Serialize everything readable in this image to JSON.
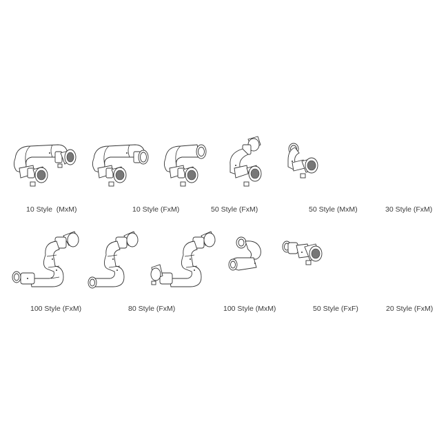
{
  "rows": [
    {
      "items": [
        {
          "label": "10 Style  (MxM)",
          "icon": "swivel-joint-10-style-mxm"
        },
        {
          "label": "10 Style (FxM)",
          "icon": "swivel-joint-10-style-fxm"
        },
        {
          "label": "50 Style (FxM)",
          "icon": "swivel-joint-50-style-fxm"
        },
        {
          "label": "50 Style (MxM)",
          "icon": "swivel-joint-50-style-mxm"
        },
        {
          "label": "30 Style (FxM)",
          "icon": "swivel-joint-30-style-fxm"
        }
      ]
    },
    {
      "items": [
        {
          "label": "100 Style (FxM)",
          "icon": "swivel-joint-100-style-fxm"
        },
        {
          "label": "80 Style (FxM)",
          "icon": "swivel-joint-80-style-fxm"
        },
        {
          "label": "100 Style (MxM)",
          "icon": "swivel-joint-100-style-mxm"
        },
        {
          "label": "50 Style (FxF)",
          "icon": "swivel-joint-50-style-fxf"
        },
        {
          "label": "20 Style (FxM)",
          "icon": "swivel-joint-20-style-fxm"
        }
      ]
    }
  ],
  "colors": {
    "background": "#ffffff",
    "line": "#333333",
    "label": "#3a3a3a"
  }
}
